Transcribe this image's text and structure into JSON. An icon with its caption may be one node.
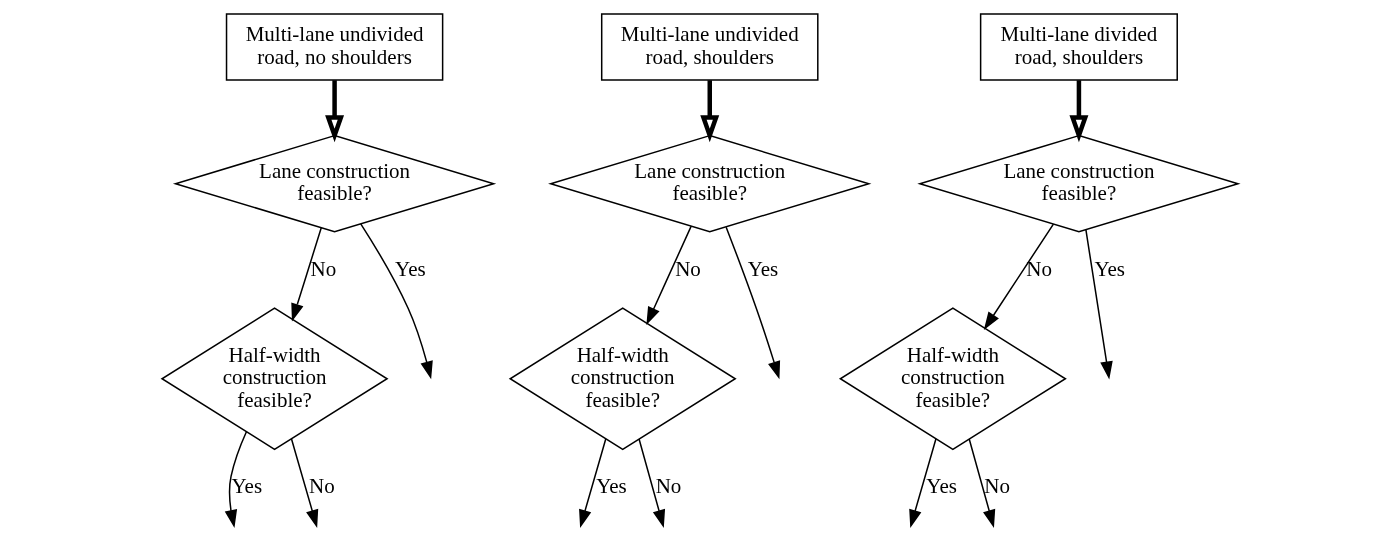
{
  "diagram": {
    "nodes": [
      {
        "text": [
          "Multi-lane undivided road, no shoulders"
        ]
      },
      {
        "text": [
          "Multi-lane undivided road, shoulders"
        ]
      },
      {
        "text": [
          "Multi-lane divided road, shoulders"
        ]
      },
      {
        "text": [
          "Lane construction feasible?"
        ]
      },
      {
        "text": [
          "Lane construction feasible?"
        ]
      },
      {
        "text": [
          "Lane construction feasible?"
        ]
      },
      {
        "text": [
          "Half-width construction feasible?"
        ]
      },
      {
        "text": [
          "Half-width construction feasible?"
        ]
      },
      {
        "text": [
          "Half-width construction feasible?"
        ]
      }
    ],
    "edges": [
      {
        "from": 0,
        "to": 3,
        "arrow": "to",
        "style": "thick"
      },
      {
        "from": 3,
        "to": 6,
        "arrow": "to",
        "label": "No"
      },
      {
        "from": 3,
        "to": null,
        "arrow": "to",
        "label": "Yes"
      },
      {
        "from": 6,
        "to": null,
        "arrow": "to",
        "label": "Yes"
      },
      {
        "from": 6,
        "to": null,
        "arrow": "to",
        "label": "No"
      },
      {
        "from": 1,
        "to": 4,
        "arrow": "to",
        "style": "thick"
      },
      {
        "from": 4,
        "to": 7,
        "arrow": "to",
        "label": "No"
      },
      {
        "from": 4,
        "to": null,
        "arrow": "to",
        "label": "Yes"
      },
      {
        "from": 7,
        "to": null,
        "arrow": "to",
        "label": "Yes"
      },
      {
        "from": 7,
        "to": null,
        "arrow": "to",
        "label": "No"
      },
      {
        "from": 2,
        "to": 5,
        "arrow": "to",
        "style": "thick"
      },
      {
        "from": 5,
        "to": 8,
        "arrow": "to",
        "label": "No"
      },
      {
        "from": 5,
        "to": null,
        "arrow": "to",
        "label": "Yes"
      },
      {
        "from": 8,
        "to": null,
        "arrow": "to",
        "label": "Yes"
      },
      {
        "from": 8,
        "to": null,
        "arrow": "to",
        "label": "No"
      }
    ]
  }
}
